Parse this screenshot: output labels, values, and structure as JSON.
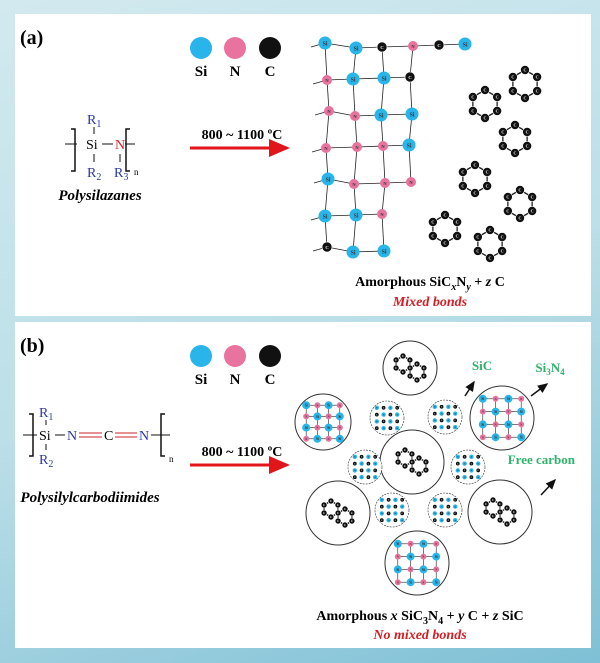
{
  "colors": {
    "Si": "#29b5ea",
    "N": "#e8739e",
    "C": "#111111",
    "arrow": "#e0161b",
    "red_text": "#d21f26",
    "green_text": "#2fb36a",
    "r_group": "#2b3a9e",
    "n_atom": "#d0202a"
  },
  "legend": [
    {
      "symbol": "Si",
      "color": "#29b5ea"
    },
    {
      "symbol": "N",
      "color": "#e8739e"
    },
    {
      "symbol": "C",
      "color": "#111111"
    }
  ],
  "panel_a": {
    "label": "(a)",
    "precursor": {
      "R1": "R",
      "R1_sub": "1",
      "R2": "R",
      "R2_sub": "2",
      "R3": "R",
      "R3_sub": "3",
      "Si": "Si",
      "N": "N",
      "n": "n",
      "name": "Polysilazanes"
    },
    "temperature": "800 ~ 1100 ºC",
    "product": {
      "prefix": "Amorphous SiC",
      "x": "x",
      "n": "N",
      "y": "y",
      "suffix": " + ",
      "z": "z",
      "c": " C"
    },
    "note": "Mixed bonds"
  },
  "panel_b": {
    "label": "(b)",
    "precursor": {
      "R1": "R",
      "R1_sub": "1",
      "R2": "R",
      "R2_sub": "2",
      "Si": "Si",
      "N1": "N",
      "C": "C",
      "N2": "N",
      "n": "n",
      "name": "Polysilylcarbodiimides"
    },
    "temperature": "800 ~ 1100 ºC",
    "annotations": {
      "sic": "SiC",
      "si3n4_a": "Si",
      "si3n4_b": "3",
      "si3n4_c": "N",
      "si3n4_d": "4",
      "free_carbon": "Free carbon"
    },
    "product": {
      "prefix": "Amorphous ",
      "x": "x",
      "sic": " SiC",
      "sub3": "3",
      "n": "N",
      "sub4": "4",
      "plus1": " + ",
      "y": "y",
      "c": " C + ",
      "z": "z",
      "sic2": " SiC"
    },
    "note": "No mixed bonds"
  }
}
